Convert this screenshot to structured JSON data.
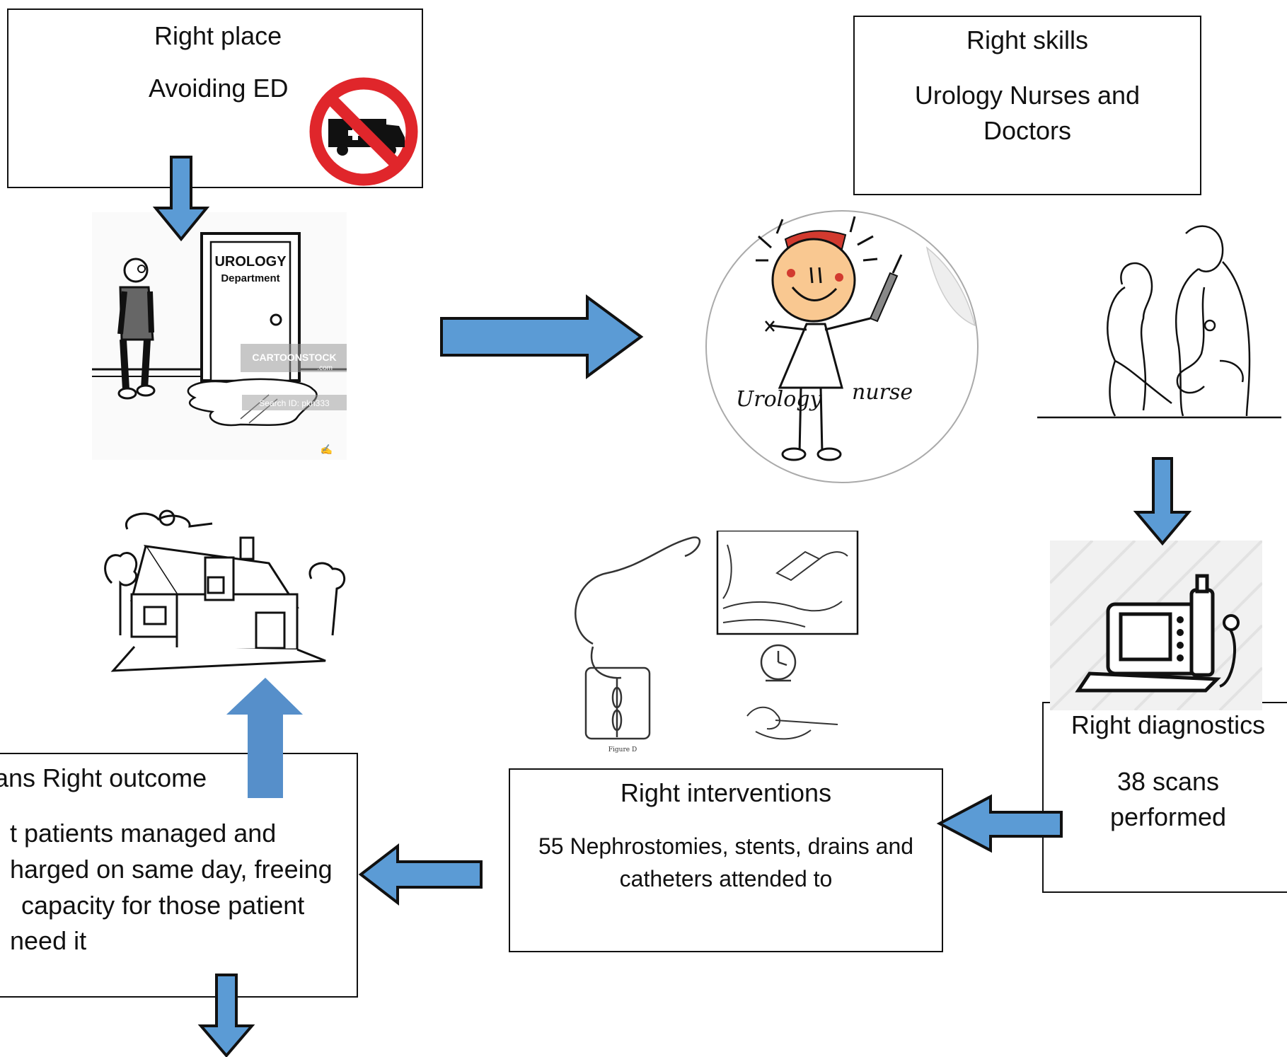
{
  "boxes": {
    "place": {
      "title": "Right place",
      "line": "Avoiding ED"
    },
    "skills": {
      "title": "Right skills",
      "line1": "Urology Nurses and",
      "line2": "Doctors"
    },
    "diagnostics": {
      "title": "Right diagnostics",
      "line1": "38 scans",
      "line2": "performed"
    },
    "interventions": {
      "title": "Right interventions",
      "line1": "55 Nephrostomies, stents, drains and",
      "line2": "catheters attended to"
    },
    "outcome": {
      "title": "ans Right outcome",
      "lines": [
        "t patients managed and",
        "harged on same day, freeing",
        "capacity for those patient",
        "need it"
      ]
    }
  },
  "illustrations": {
    "door_sign_1": "UROLOGY",
    "door_sign_2": "Department",
    "watermark_1": "CARTOONSTOCK",
    "watermark_2": ".com",
    "watermark_3": "Search ID: pkn333",
    "sticker_1": "Urology",
    "sticker_2": "nurse",
    "figure_caption": "Figure D"
  },
  "colors": {
    "arrow_fill": "#5b9bd5",
    "arrow_stroke": "#111111",
    "no_sign": "#e0262b",
    "nurse_cap": "#d23a2f"
  }
}
